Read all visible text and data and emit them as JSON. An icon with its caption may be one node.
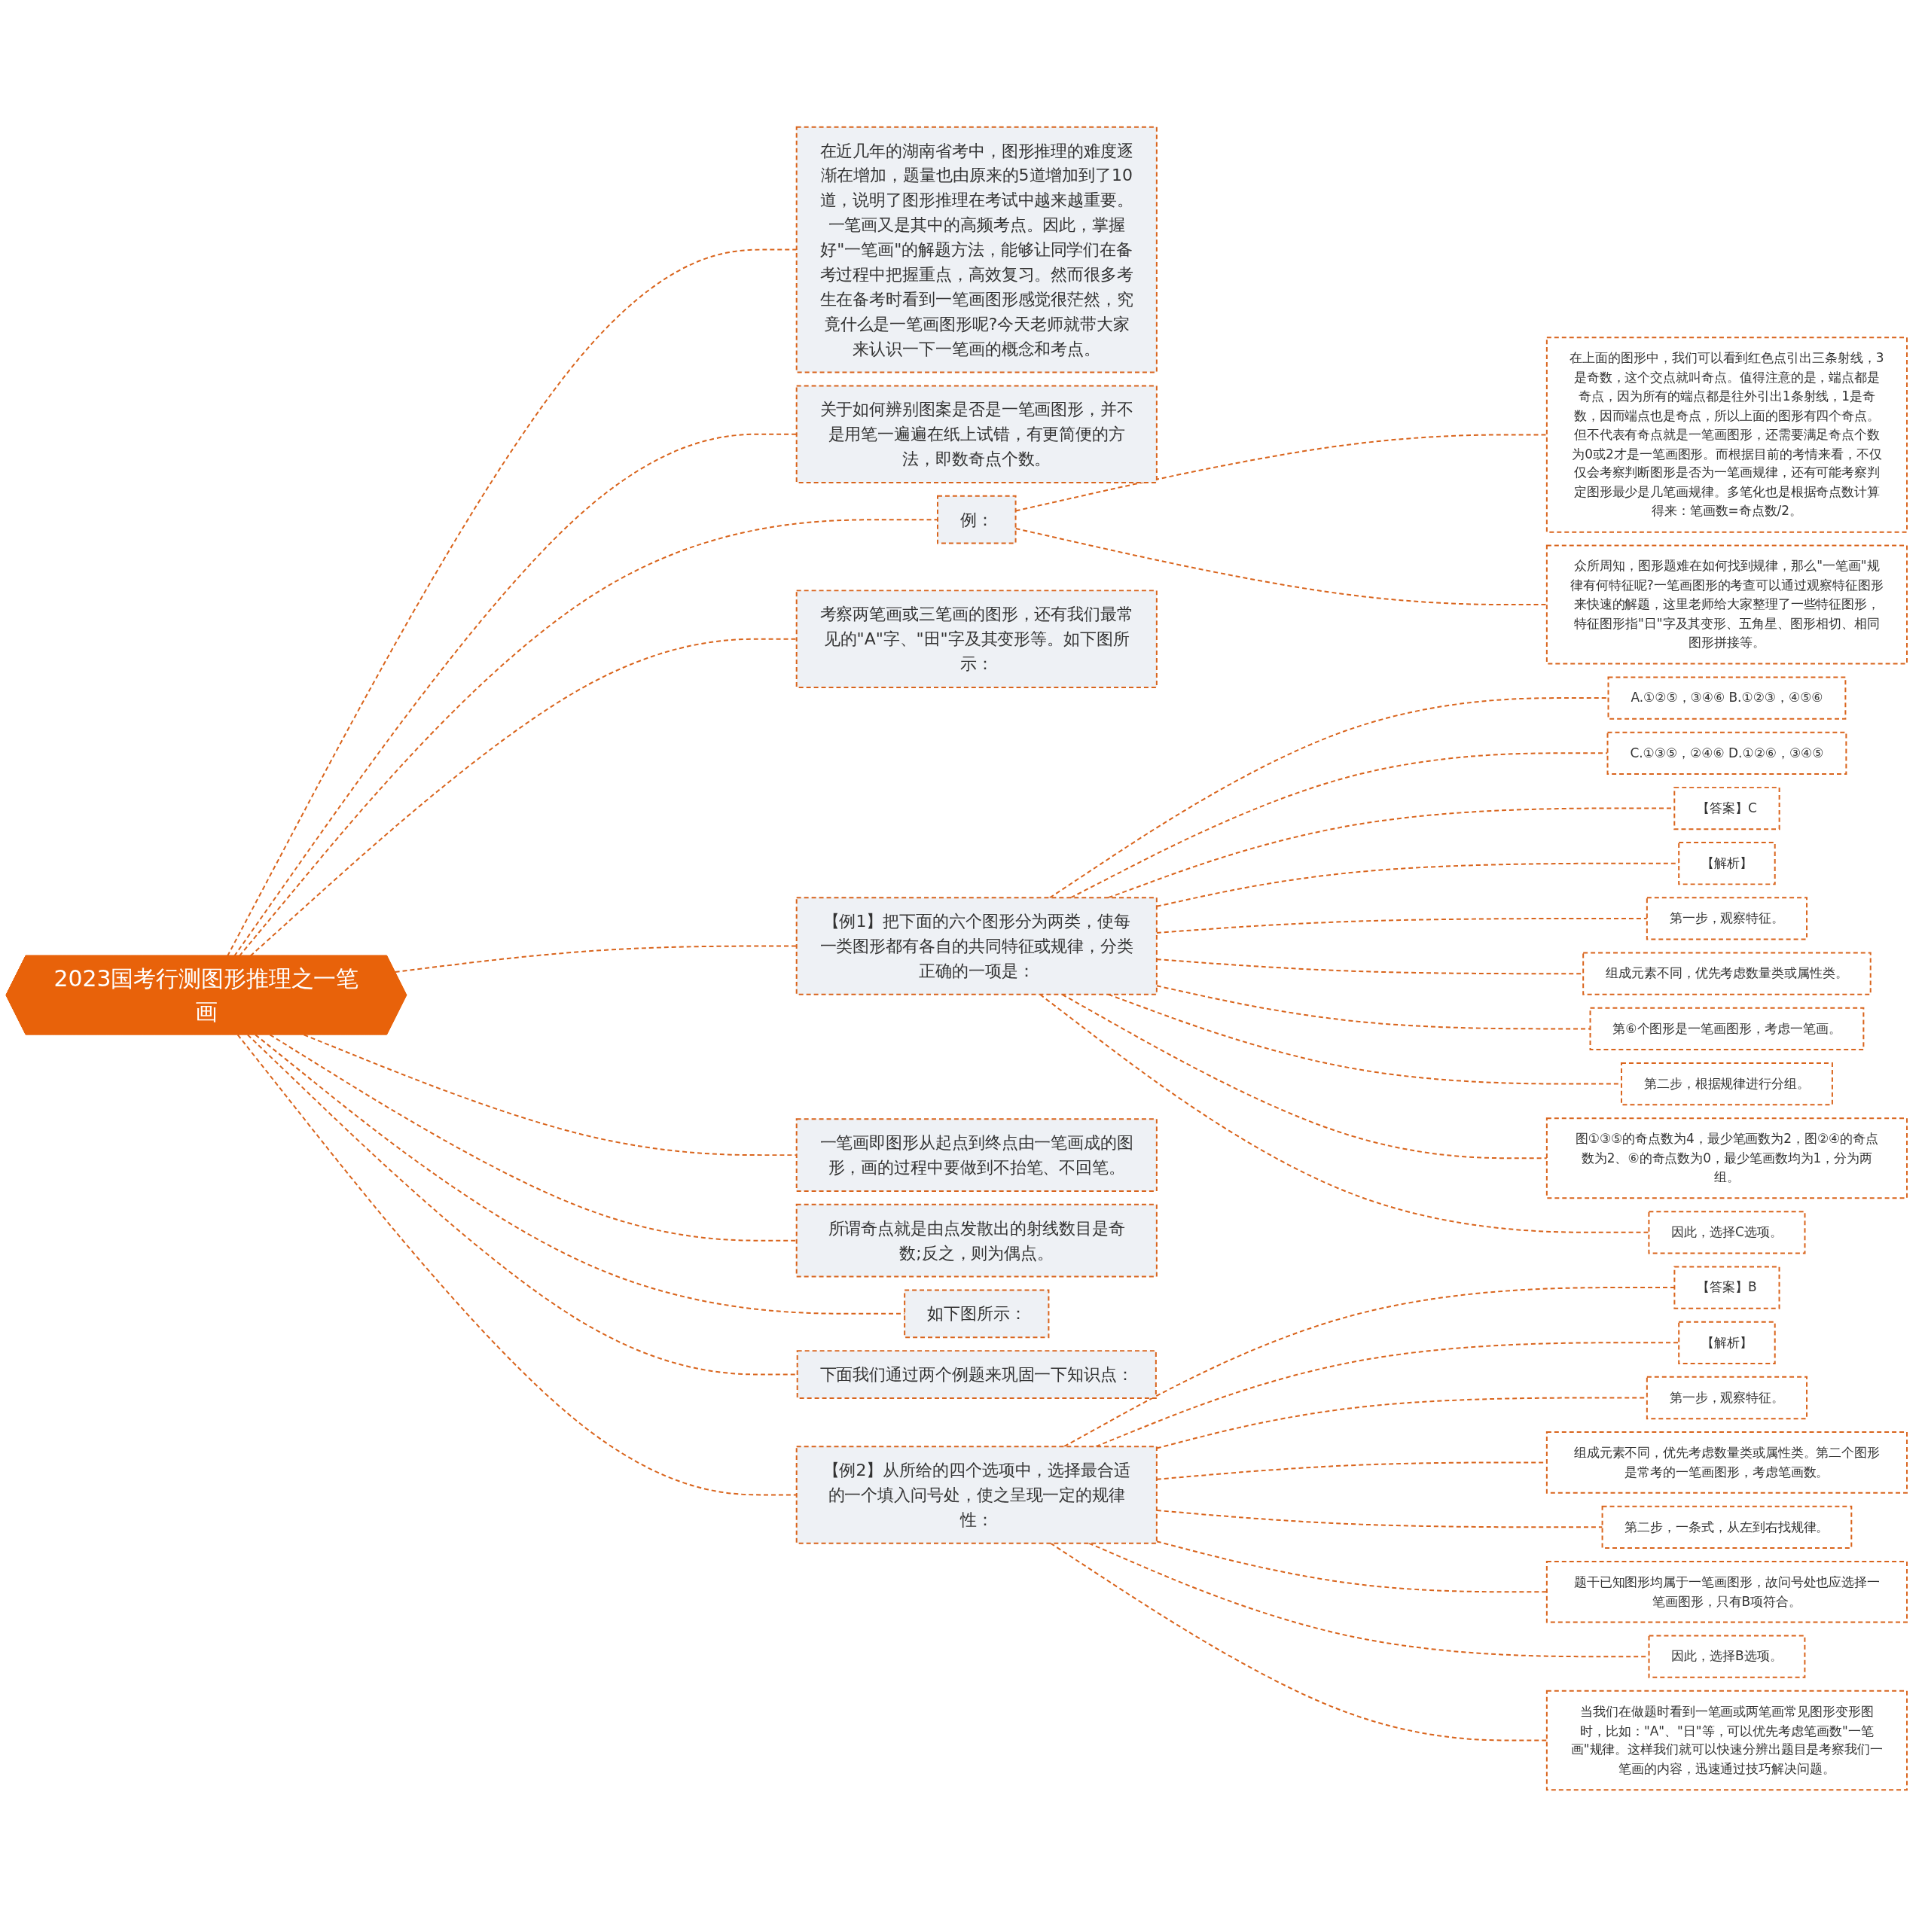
{
  "diagram": {
    "nodes": [
      {
        "text": [
          "2023国考行测图形推理之一笔画"
        ]
      },
      {
        "text": [
          "在近几年的湖南省考中，图形推理的难度逐渐在增加，题量也由原来的5道增加到了10道，说明了图形推理在考试中越来越重要。一笔画又是其中的高频考点。因此，掌握好\"一笔画\"的解题方法，能够让同学们在备考过程中把握重点，高效复习。然而很多考生在备考时看到一笔画图形感觉很茫然，究竟什么是一笔画图形呢?今天老师就带大家来认识一下一笔画的概念和考点。"
        ]
      },
      {
        "text": [
          "关于如何辨别图案是否是一笔画图形，并不是用笔一遍遍在纸上试错，有更简便的方法，即数奇点个数。"
        ]
      },
      {
        "text": [
          "例："
        ]
      },
      {
        "text": [
          "在上面的图形中，我们可以看到红色点引出三条射线，3是奇数，这个交点就叫奇点。值得注意的是，端点都是奇点，因为所有的端点都是往外引出1条射线，1是奇数，因而端点也是奇点，所以上面的图形有四个奇点。但不代表有奇点就是一笔画图形，还需要满足奇点个数为0或2才是一笔画图形。而根据目前的考情来看，不仅仅会考察判断图形是否为一笔画规律，还有可能考察判定图形最少是几笔画规律。多笔化也是根据奇点数计算得来：笔画数=奇点数/2。"
        ]
      },
      {
        "text": [
          "众所周知，图形题难在如何找到规律，那么\"一笔画\"规律有何特征呢?一笔画图形的考查可以通过观察特征图形来快速的解题，这里老师给大家整理了一些特征图形，特征图形指\"日\"字及其变形、五角星、图形相切、相同图形拼接等。"
        ]
      },
      {
        "text": [
          "考察两笔画或三笔画的图形，还有我们最常见的\"A\"字、\"田\"字及其变形等。如下图所示："
        ]
      },
      {
        "text": [
          "【例1】把下面的六个图形分为两类，使每一类图形都有各自的共同特征或规律，分类正确的一项是："
        ]
      },
      {
        "text": [
          "A.①②⑤，③④⑥ B.①②③，④⑤⑥"
        ]
      },
      {
        "text": [
          "C.①③⑤，②④⑥ D.①②⑥，③④⑤"
        ]
      },
      {
        "text": [
          "【答案】C"
        ]
      },
      {
        "text": [
          "【解析】"
        ]
      },
      {
        "text": [
          "第一步，观察特征。"
        ]
      },
      {
        "text": [
          "组成元素不同，优先考虑数量类或属性类。"
        ]
      },
      {
        "text": [
          "第⑥个图形是一笔画图形，考虑一笔画。"
        ]
      },
      {
        "text": [
          "第二步，根据规律进行分组。"
        ]
      },
      {
        "text": [
          "图①③⑤的奇点数为4，最少笔画数为2，图②④的奇点数为2、⑥的奇点数为0，最少笔画数均为1，分为两组。"
        ]
      },
      {
        "text": [
          "因此，选择C选项。"
        ]
      },
      {
        "text": [
          "一笔画即图形从起点到终点由一笔画成的图形，画的过程中要做到不抬笔、不回笔。"
        ]
      },
      {
        "text": [
          "所谓奇点就是由点发散出的射线数目是奇数;反之，则为偶点。"
        ]
      },
      {
        "text": [
          "如下图所示："
        ]
      },
      {
        "text": [
          "下面我们通过两个例题来巩固一下知识点："
        ]
      },
      {
        "text": [
          "【例2】从所给的四个选项中，选择最合适的一个填入问号处，使之呈现一定的规律性："
        ]
      },
      {
        "text": [
          "【答案】B"
        ]
      },
      {
        "text": [
          "【解析】"
        ]
      },
      {
        "text": [
          "第一步，观察特征。"
        ]
      },
      {
        "text": [
          "组成元素不同，优先考虑数量类或属性类。第二个图形是常考的一笔画图形，考虑笔画数。"
        ]
      },
      {
        "text": [
          "第二步，一条式，从左到右找规律。"
        ]
      },
      {
        "text": [
          "题干已知图形均属于一笔画图形，故问号处也应选择一笔画图形，只有B项符合。"
        ]
      },
      {
        "text": [
          "因此，选择B选项。"
        ]
      },
      {
        "text": [
          "当我们在做题时看到一笔画或两笔画常见图形变形图时，比如：\"A\"、\"日\"等，可以优先考虑笔画数\"一笔画\"规律。这样我们就可以快速分辨出题目是考察我们一笔画的内容，迅速通过技巧解决问题。"
        ]
      }
    ],
    "edges": [
      {
        "from": 0,
        "to": 1,
        "arrow": "none",
        "style": "dashed"
      },
      {
        "from": 0,
        "to": 2,
        "arrow": "none",
        "style": "dashed"
      },
      {
        "from": 0,
        "to": 3,
        "arrow": "none",
        "style": "dashed"
      },
      {
        "from": 3,
        "to": 4,
        "arrow": "none",
        "style": "dashed"
      },
      {
        "from": 3,
        "to": 5,
        "arrow": "none",
        "style": "dashed"
      },
      {
        "from": 0,
        "to": 6,
        "arrow": "none",
        "style": "dashed"
      },
      {
        "from": 0,
        "to": 7,
        "arrow": "none",
        "style": "dashed"
      },
      {
        "from": 7,
        "to": 8,
        "arrow": "none",
        "style": "dashed"
      },
      {
        "from": 7,
        "to": 9,
        "arrow": "none",
        "style": "dashed"
      },
      {
        "from": 7,
        "to": 10,
        "arrow": "none",
        "style": "dashed"
      },
      {
        "from": 7,
        "to": 11,
        "arrow": "none",
        "style": "dashed"
      },
      {
        "from": 7,
        "to": 12,
        "arrow": "none",
        "style": "dashed"
      },
      {
        "from": 7,
        "to": 13,
        "arrow": "none",
        "style": "dashed"
      },
      {
        "from": 7,
        "to": 14,
        "arrow": "none",
        "style": "dashed"
      },
      {
        "from": 7,
        "to": 15,
        "arrow": "none",
        "style": "dashed"
      },
      {
        "from": 7,
        "to": 16,
        "arrow": "none",
        "style": "dashed"
      },
      {
        "from": 7,
        "to": 17,
        "arrow": "none",
        "style": "dashed"
      },
      {
        "from": 0,
        "to": 18,
        "arrow": "none",
        "style": "dashed"
      },
      {
        "from": 0,
        "to": 19,
        "arrow": "none",
        "style": "dashed"
      },
      {
        "from": 0,
        "to": 20,
        "arrow": "none",
        "style": "dashed"
      },
      {
        "from": 0,
        "to": 21,
        "arrow": "none",
        "style": "dashed"
      },
      {
        "from": 0,
        "to": 22,
        "arrow": "none",
        "style": "dashed"
      },
      {
        "from": 22,
        "to": 23,
        "arrow": "none",
        "style": "dashed"
      },
      {
        "from": 22,
        "to": 24,
        "arrow": "none",
        "style": "dashed"
      },
      {
        "from": 22,
        "to": 25,
        "arrow": "none",
        "style": "dashed"
      },
      {
        "from": 22,
        "to": 26,
        "arrow": "none",
        "style": "dashed"
      },
      {
        "from": 22,
        "to": 27,
        "arrow": "none",
        "style": "dashed"
      },
      {
        "from": 22,
        "to": 28,
        "arrow": "none",
        "style": "dashed"
      },
      {
        "from": 22,
        "to": 29,
        "arrow": "none",
        "style": "dashed"
      },
      {
        "from": 22,
        "to": 30,
        "arrow": "none",
        "style": "dashed"
      }
    ]
  }
}
